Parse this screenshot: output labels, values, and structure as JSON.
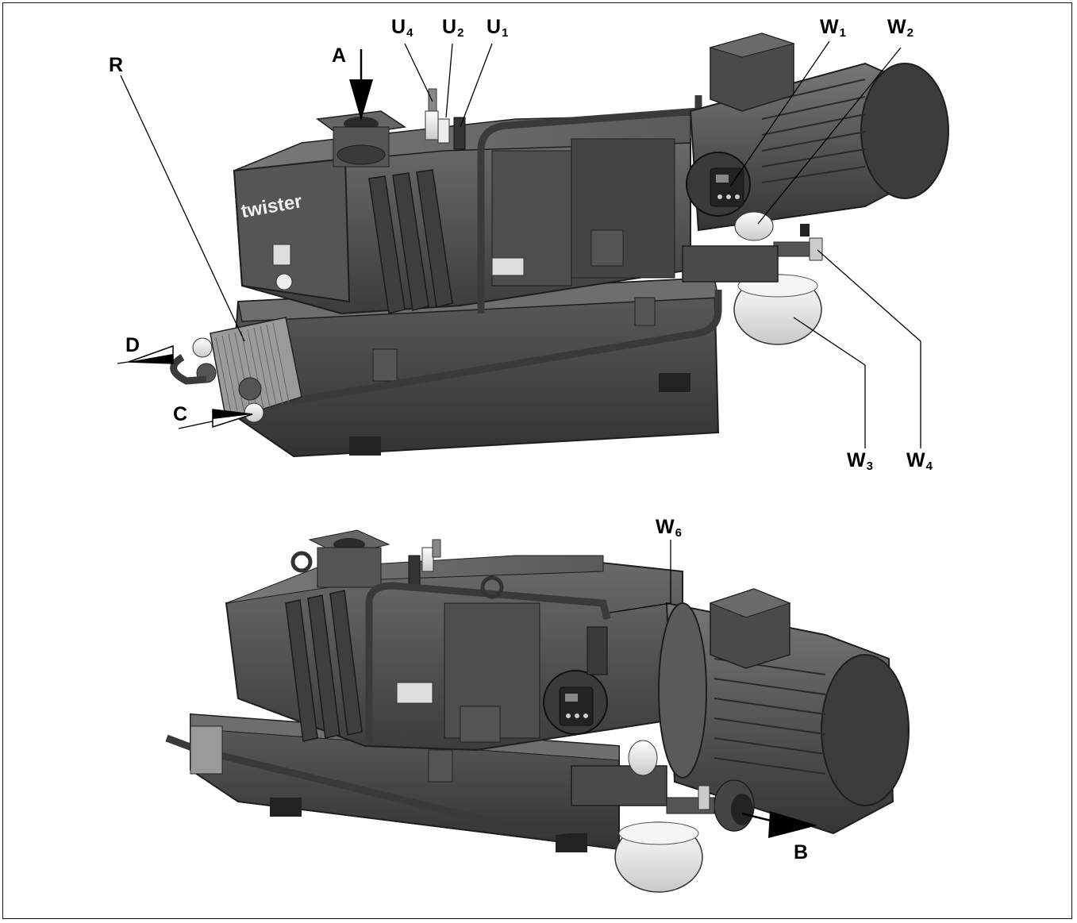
{
  "figure": {
    "brand_text": "twister",
    "labels": {
      "R": {
        "letter": "R",
        "sub": ""
      },
      "A": {
        "letter": "A",
        "sub": ""
      },
      "U4": {
        "letter": "U",
        "sub": "4"
      },
      "U2": {
        "letter": "U",
        "sub": "2"
      },
      "U1": {
        "letter": "U",
        "sub": "1"
      },
      "W1": {
        "letter": "W",
        "sub": "1"
      },
      "W2": {
        "letter": "W",
        "sub": "2"
      },
      "D": {
        "letter": "D",
        "sub": ""
      },
      "C": {
        "letter": "C",
        "sub": ""
      },
      "W3": {
        "letter": "W",
        "sub": "3"
      },
      "W4": {
        "letter": "W",
        "sub": "4"
      },
      "W6": {
        "letter": "W",
        "sub": "6"
      },
      "B": {
        "letter": "B",
        "sub": ""
      }
    },
    "colors": {
      "body": "#4a4a4a",
      "body_light": "#6b6b6b",
      "body_dark": "#2e2e2e",
      "white_part": "#e9e9e9",
      "line": "#000000"
    }
  }
}
